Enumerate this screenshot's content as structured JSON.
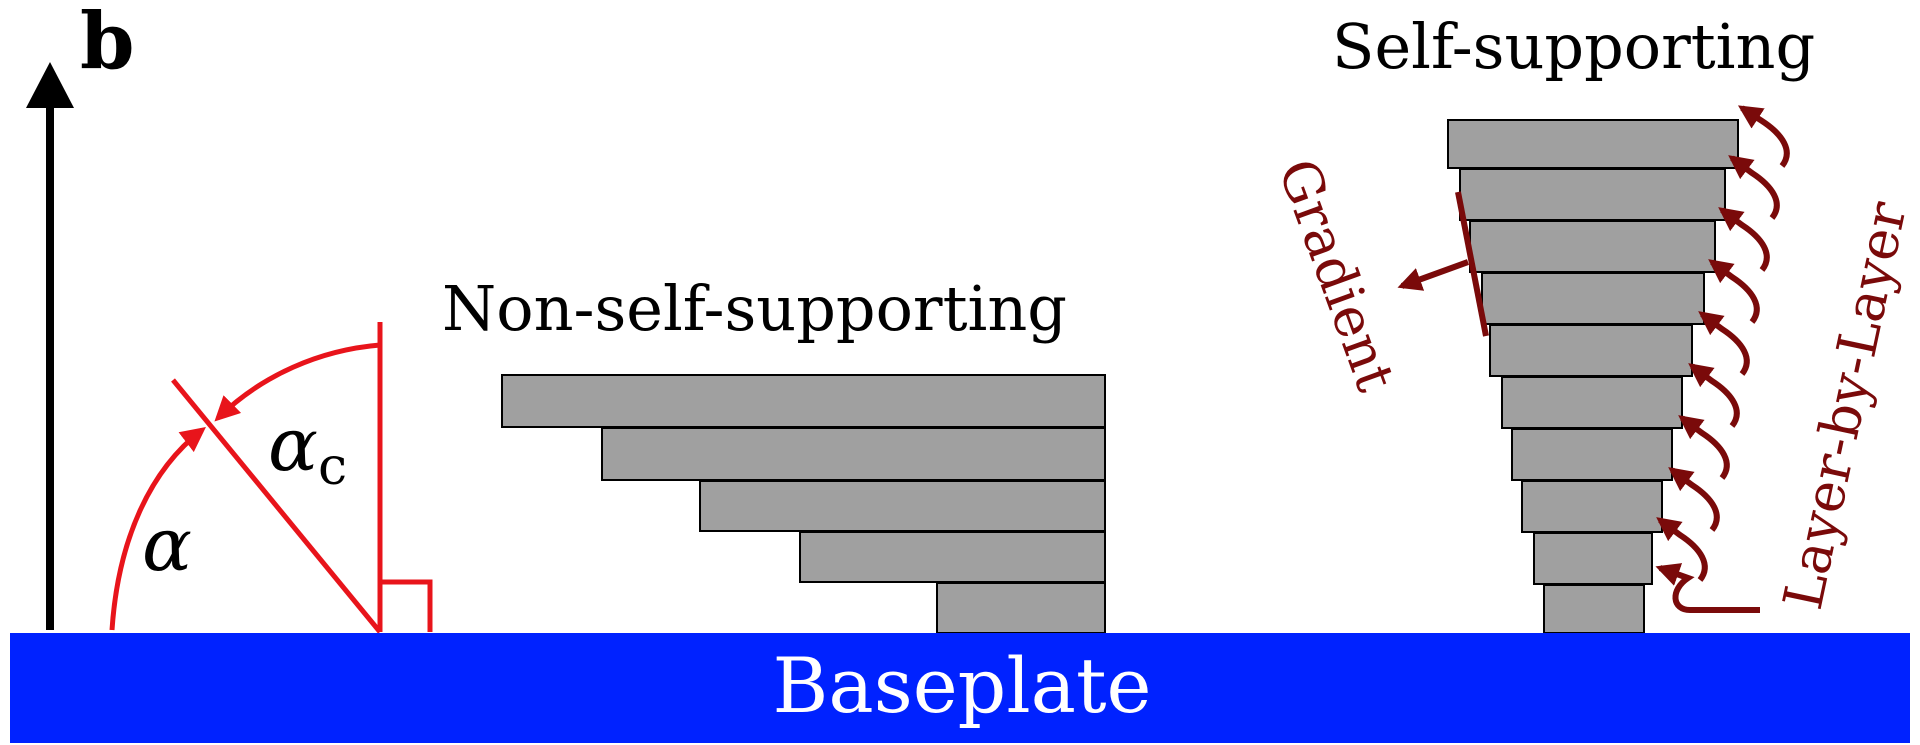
{
  "panel_label": "b",
  "labels": {
    "non_self_supporting": "Non-self-supporting",
    "self_supporting": "Self-supporting",
    "baseplate": "Baseplate",
    "gradient": "Gradient",
    "layer_by_layer": "Layer-by-Layer",
    "alpha": "α",
    "alpha_c": "α",
    "alpha_c_subscript": "c"
  },
  "colors": {
    "baseplate": "#0022ff",
    "baseplate_text": "#ffffff",
    "layer_fill": "#a0a0a0",
    "angle_red": "#e8141b",
    "dark_red": "#7a0a0a",
    "axis": "#000000"
  },
  "icons": [
    "vertical-axis-arrow",
    "angle-arc-icon",
    "right-angle-marker",
    "gradient-arrow",
    "layer-curl-arrow"
  ]
}
